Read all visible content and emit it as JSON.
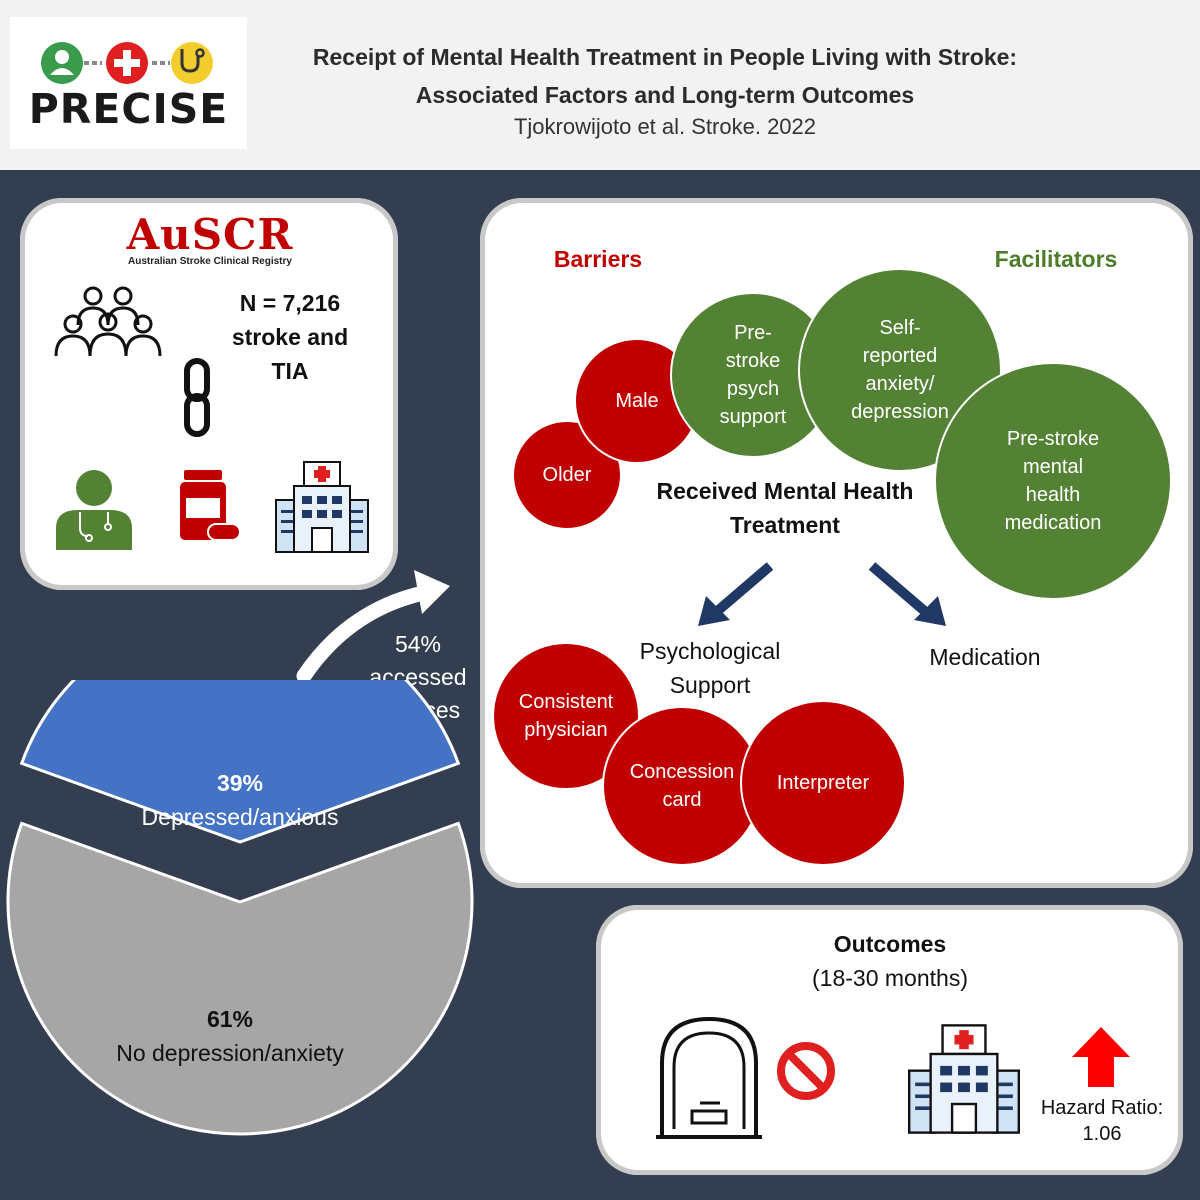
{
  "header": {
    "logo_text": "PRECISE",
    "title_line1": "Receipt of Mental Health Treatment in People Living with Stroke:",
    "title_line2": "Associated Factors and Long-term Outcomes",
    "citation": "Tjokrowijoto et al. Stroke. 2022"
  },
  "registry": {
    "logo_text": "AuSCR",
    "logo_subtitle": "Australian Stroke Clinical Registry",
    "n_line1": "N = 7,216",
    "n_line2": "stroke and",
    "n_line3": "TIA"
  },
  "pie": {
    "slices": [
      {
        "percent": "39%",
        "label": "Depressed/anxious",
        "value": 39,
        "color": "#4472c4"
      },
      {
        "percent": "61%",
        "label": "No depression/anxiety",
        "value": 61,
        "color": "#a6a6a6"
      }
    ]
  },
  "access": {
    "line1": "54%",
    "line2": "accessed",
    "line3": "services"
  },
  "treatment": {
    "barriers_label": "Barriers",
    "facilitators_label": "Facilitators",
    "center_line1": "Received Mental Health",
    "center_line2": "Treatment",
    "barriers": [
      {
        "line1": "Older",
        "line2": ""
      },
      {
        "line1": "Male",
        "line2": ""
      }
    ],
    "facilitators": [
      {
        "lines": [
          "Pre-",
          "stroke",
          "psych",
          "support"
        ]
      },
      {
        "lines": [
          "Self-",
          "reported",
          "anxiety/",
          "depression"
        ]
      },
      {
        "lines": [
          "Pre-stroke",
          "mental",
          "health",
          "medication"
        ]
      }
    ],
    "branch_psych_line1": "Psychological",
    "branch_psych_line2": "Support",
    "branch_medication": "Medication",
    "psych_barriers": [
      {
        "line1": "Consistent",
        "line2": "physician"
      },
      {
        "line1": "Concession",
        "line2": "card"
      },
      {
        "line1": "Interpreter",
        "line2": ""
      }
    ],
    "colors": {
      "barrier": "#c00000",
      "facilitator": "#548235",
      "barriers_text": "#c00000",
      "facilitators_text": "#4e7d2a"
    }
  },
  "outcomes": {
    "title": "Outcomes",
    "period": "(18-30 months)",
    "hazard_label": "Hazard Ratio:",
    "hazard_value": "1.06"
  }
}
